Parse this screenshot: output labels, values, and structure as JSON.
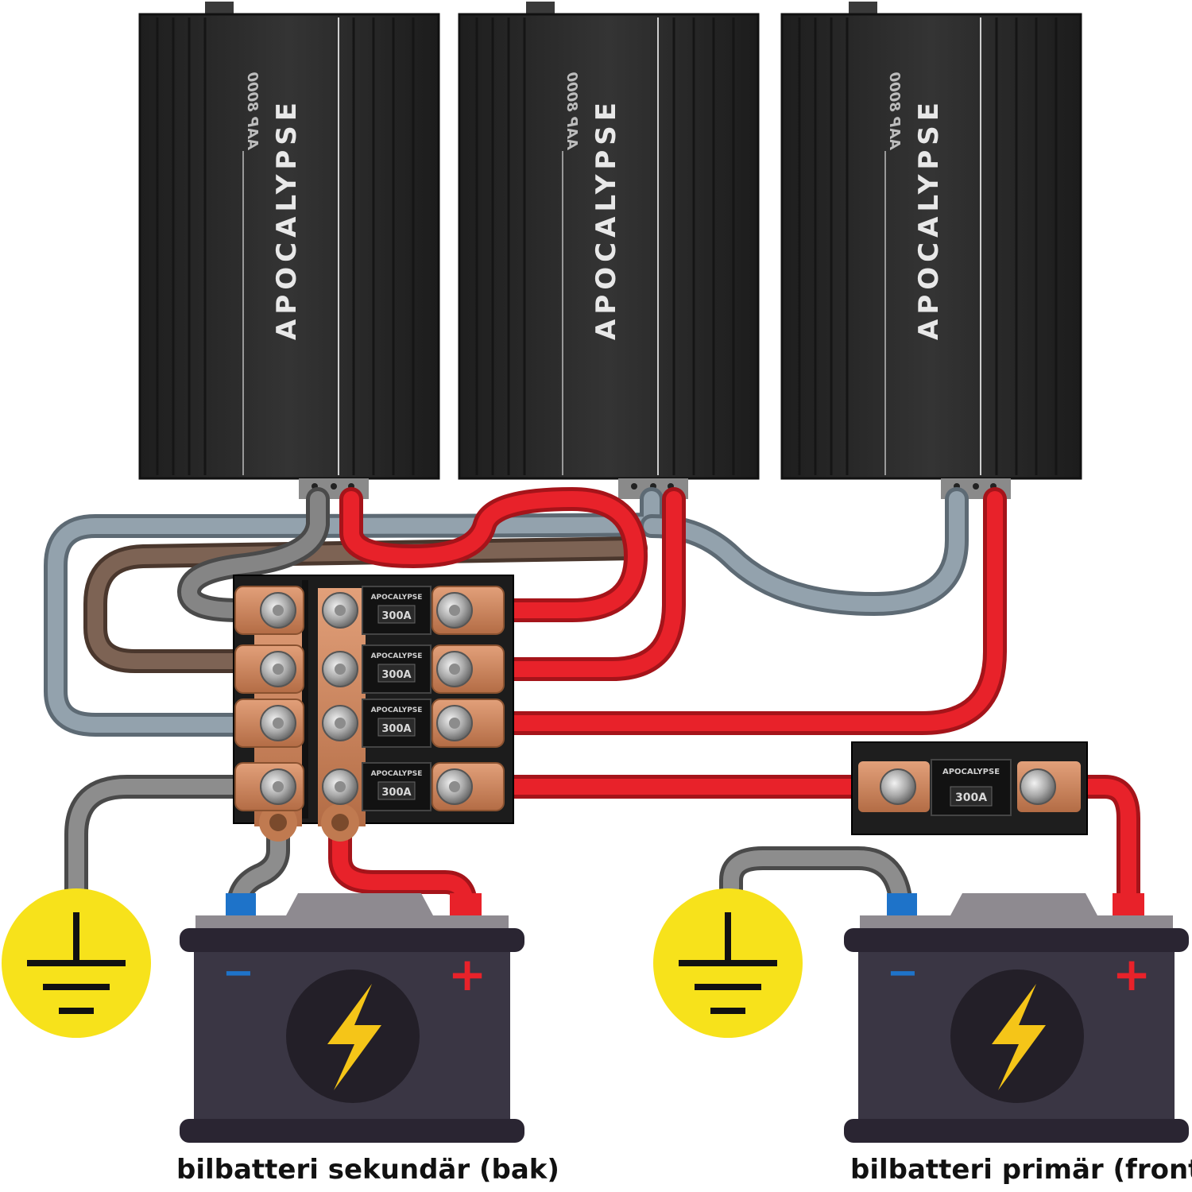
{
  "amplifiers": [
    {
      "brand": "APOCALYPSE",
      "series": "AAP 8000"
    },
    {
      "brand": "APOCALYPSE",
      "series": "AAP 8000"
    },
    {
      "brand": "APOCALYPSE",
      "series": "AAP 8000"
    }
  ],
  "distribution_block": {
    "fuse_brand": "APOCALYPSE",
    "fuse_ratings": [
      "300A",
      "300A",
      "300A",
      "300A"
    ]
  },
  "inline_fuse": {
    "fuse_brand": "APOCALYPSE",
    "rating": "300A"
  },
  "batteries": [
    {
      "caption": "bilbatteri sekundär (bak)",
      "negative_symbol": "−",
      "positive_symbol": "+"
    },
    {
      "caption": "bilbatteri primär (front)",
      "negative_symbol": "−",
      "positive_symbol": "+"
    }
  ],
  "colors": {
    "amplifier_body": "#2b2b2b",
    "power_cable": "#e8222a",
    "ground_cable": "#7d8b96",
    "remote_cable": "#6e5446",
    "copper": "#c8835a",
    "ground_symbol": "#f7e21b",
    "battery_body": "#3a3644",
    "bolt": "#f5c518"
  }
}
